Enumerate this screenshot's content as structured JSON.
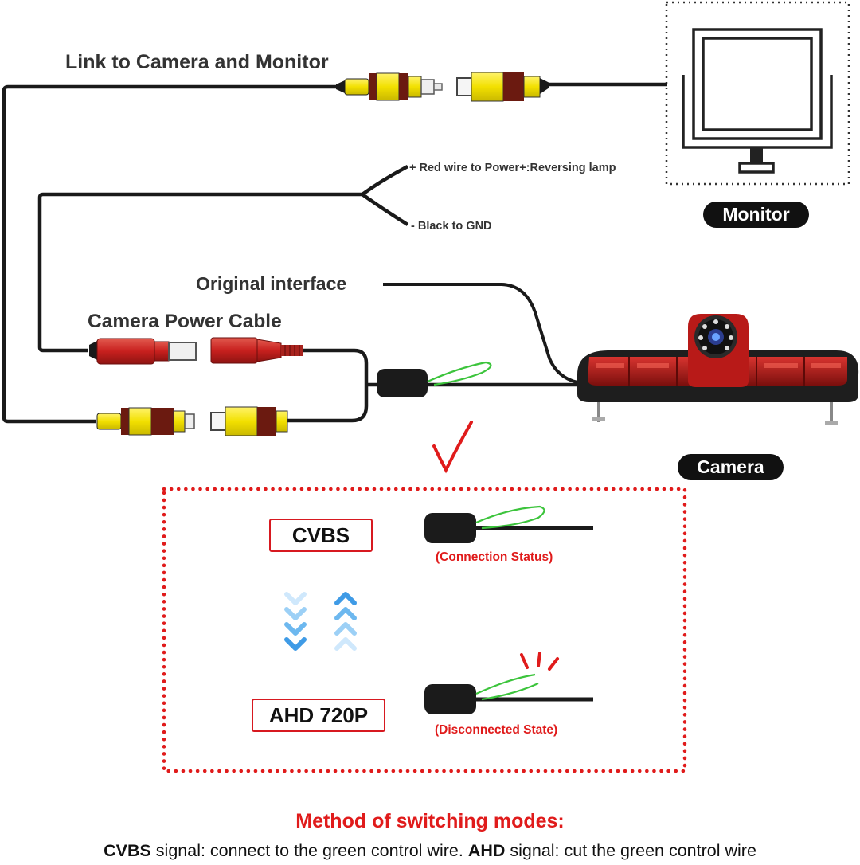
{
  "labels": {
    "link": "Link to Camera and Monitor",
    "red_wire": "+ Red wire to Power+:Reversing lamp",
    "black_wire": "- Black to GND",
    "original_interface": "Original interface",
    "camera_power_cable": "Camera Power Cable",
    "monitor": "Monitor",
    "camera": "Camera"
  },
  "modes": {
    "cvbs": "CVBS",
    "ahd": "AHD 720P",
    "connection_status": "(Connection Status)",
    "disconnected_state": "(Disconnected State)"
  },
  "footer": {
    "title": "Method of switching modes:",
    "cvbs_bold": "CVBS",
    "cvbs_text": " signal: connect to the green control wire. ",
    "ahd_bold": "AHD",
    "ahd_text": " signal: cut the green control wire"
  },
  "colors": {
    "accent_red": "#e01b1b",
    "green_wire": "#3cc43c",
    "rca_yellow": "#f2e000",
    "rca_brown": "#6b1a10",
    "power_red": "#c8201e",
    "arrow_blue": "#4aa6e8"
  },
  "icons": {
    "switch_down": "chevron-down-icon",
    "switch_up": "chevron-up-icon",
    "check": "checkmark-icon"
  }
}
